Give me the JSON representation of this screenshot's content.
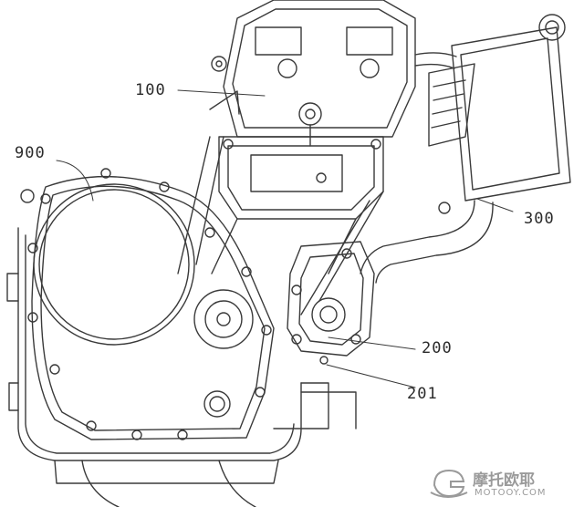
{
  "figure": {
    "labels": [
      {
        "id": "100",
        "text": "100"
      },
      {
        "id": "900",
        "text": "900"
      },
      {
        "id": "300",
        "text": "300"
      },
      {
        "id": "200",
        "text": "200"
      },
      {
        "id": "201",
        "text": "201"
      }
    ],
    "watermark": {
      "brand": "摩托欧耶",
      "url": "MOTOOY.COM"
    }
  },
  "colors": {
    "line": "#3a3a3a",
    "fill": "#ffffff",
    "watermark": "#9a9a9a"
  }
}
